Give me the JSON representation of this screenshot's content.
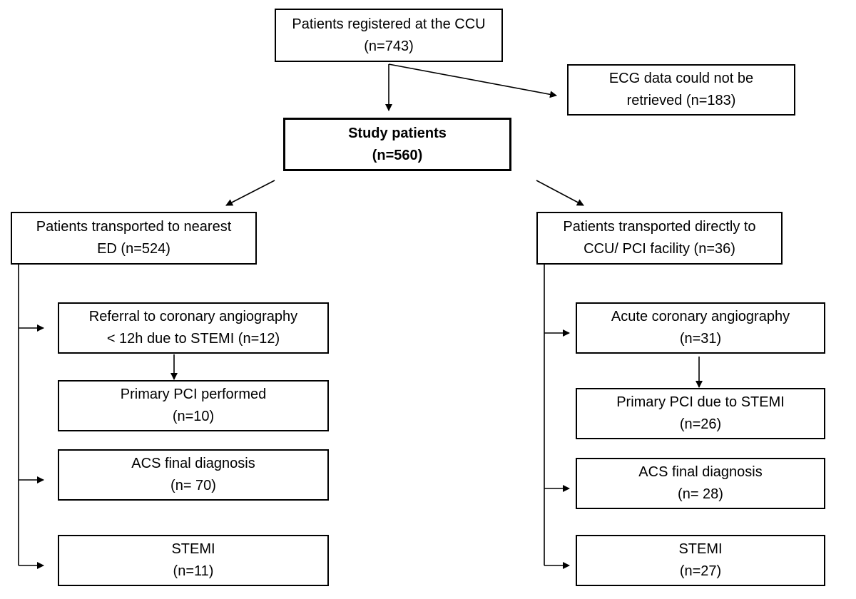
{
  "boxes": {
    "registered": {
      "line1": "Patients registered at the CCU",
      "line2": "(n=743)"
    },
    "excluded": {
      "line1": "ECG data could not be",
      "line2": "retrieved (n=183)"
    },
    "study": {
      "line1": "Study patients",
      "line2": "(n=560)"
    },
    "nearest_ed": {
      "line1": "Patients transported to nearest",
      "line2": "ED (n=524)"
    },
    "direct_ccu": {
      "line1": "Patients transported directly to",
      "line2": "CCU/ PCI facility (n=36)"
    },
    "left_referral": {
      "line1": "Referral to coronary angiography",
      "line2": "< 12h due to STEMI (n=12)"
    },
    "left_pci": {
      "line1": "Primary PCI performed",
      "line2": "(n=10)"
    },
    "left_acs": {
      "line1": "ACS final diagnosis",
      "line2": "(n= 70)"
    },
    "left_stemi": {
      "line1": "STEMI",
      "line2": "(n=11)"
    },
    "right_angio": {
      "line1": "Acute coronary angiography",
      "line2": "(n=31)"
    },
    "right_pci": {
      "line1": "Primary PCI due to STEMI",
      "line2": "(n=26)"
    },
    "right_acs": {
      "line1": "ACS final diagnosis",
      "line2": "(n= 28)"
    },
    "right_stemi": {
      "line1": "STEMI",
      "line2": "(n=27)"
    }
  }
}
